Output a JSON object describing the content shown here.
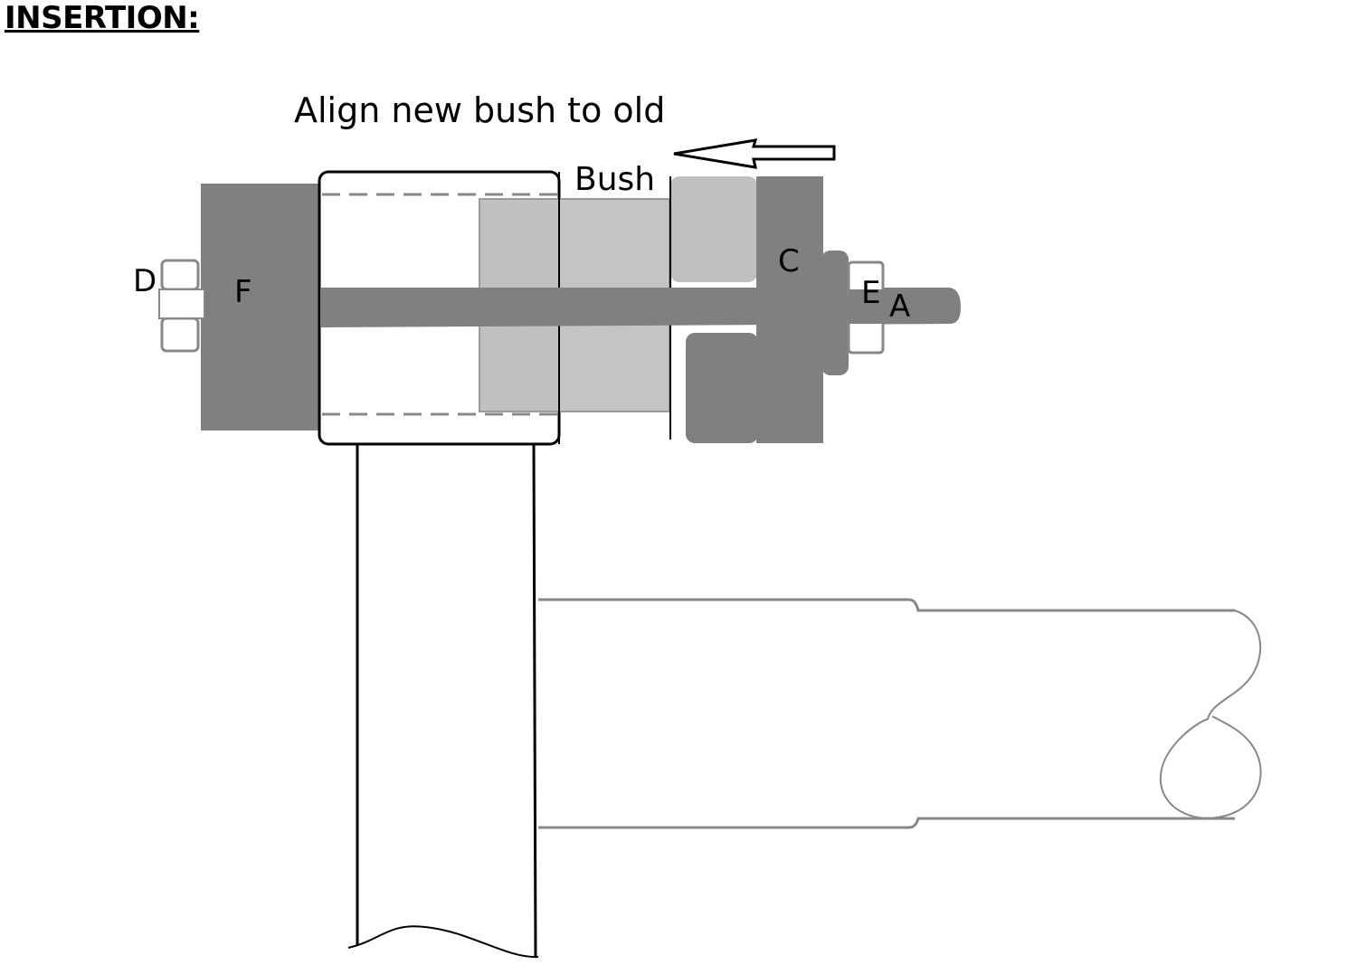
{
  "title": "INSERTION:",
  "caption": "Align new bush to old",
  "labels": {
    "bush": "Bush",
    "a": "A",
    "c": "C",
    "d": "D",
    "e": "E",
    "f": "F"
  },
  "colors": {
    "dark_part": "#808080",
    "light_part": "#c3c3c3",
    "outline": "#000000"
  }
}
